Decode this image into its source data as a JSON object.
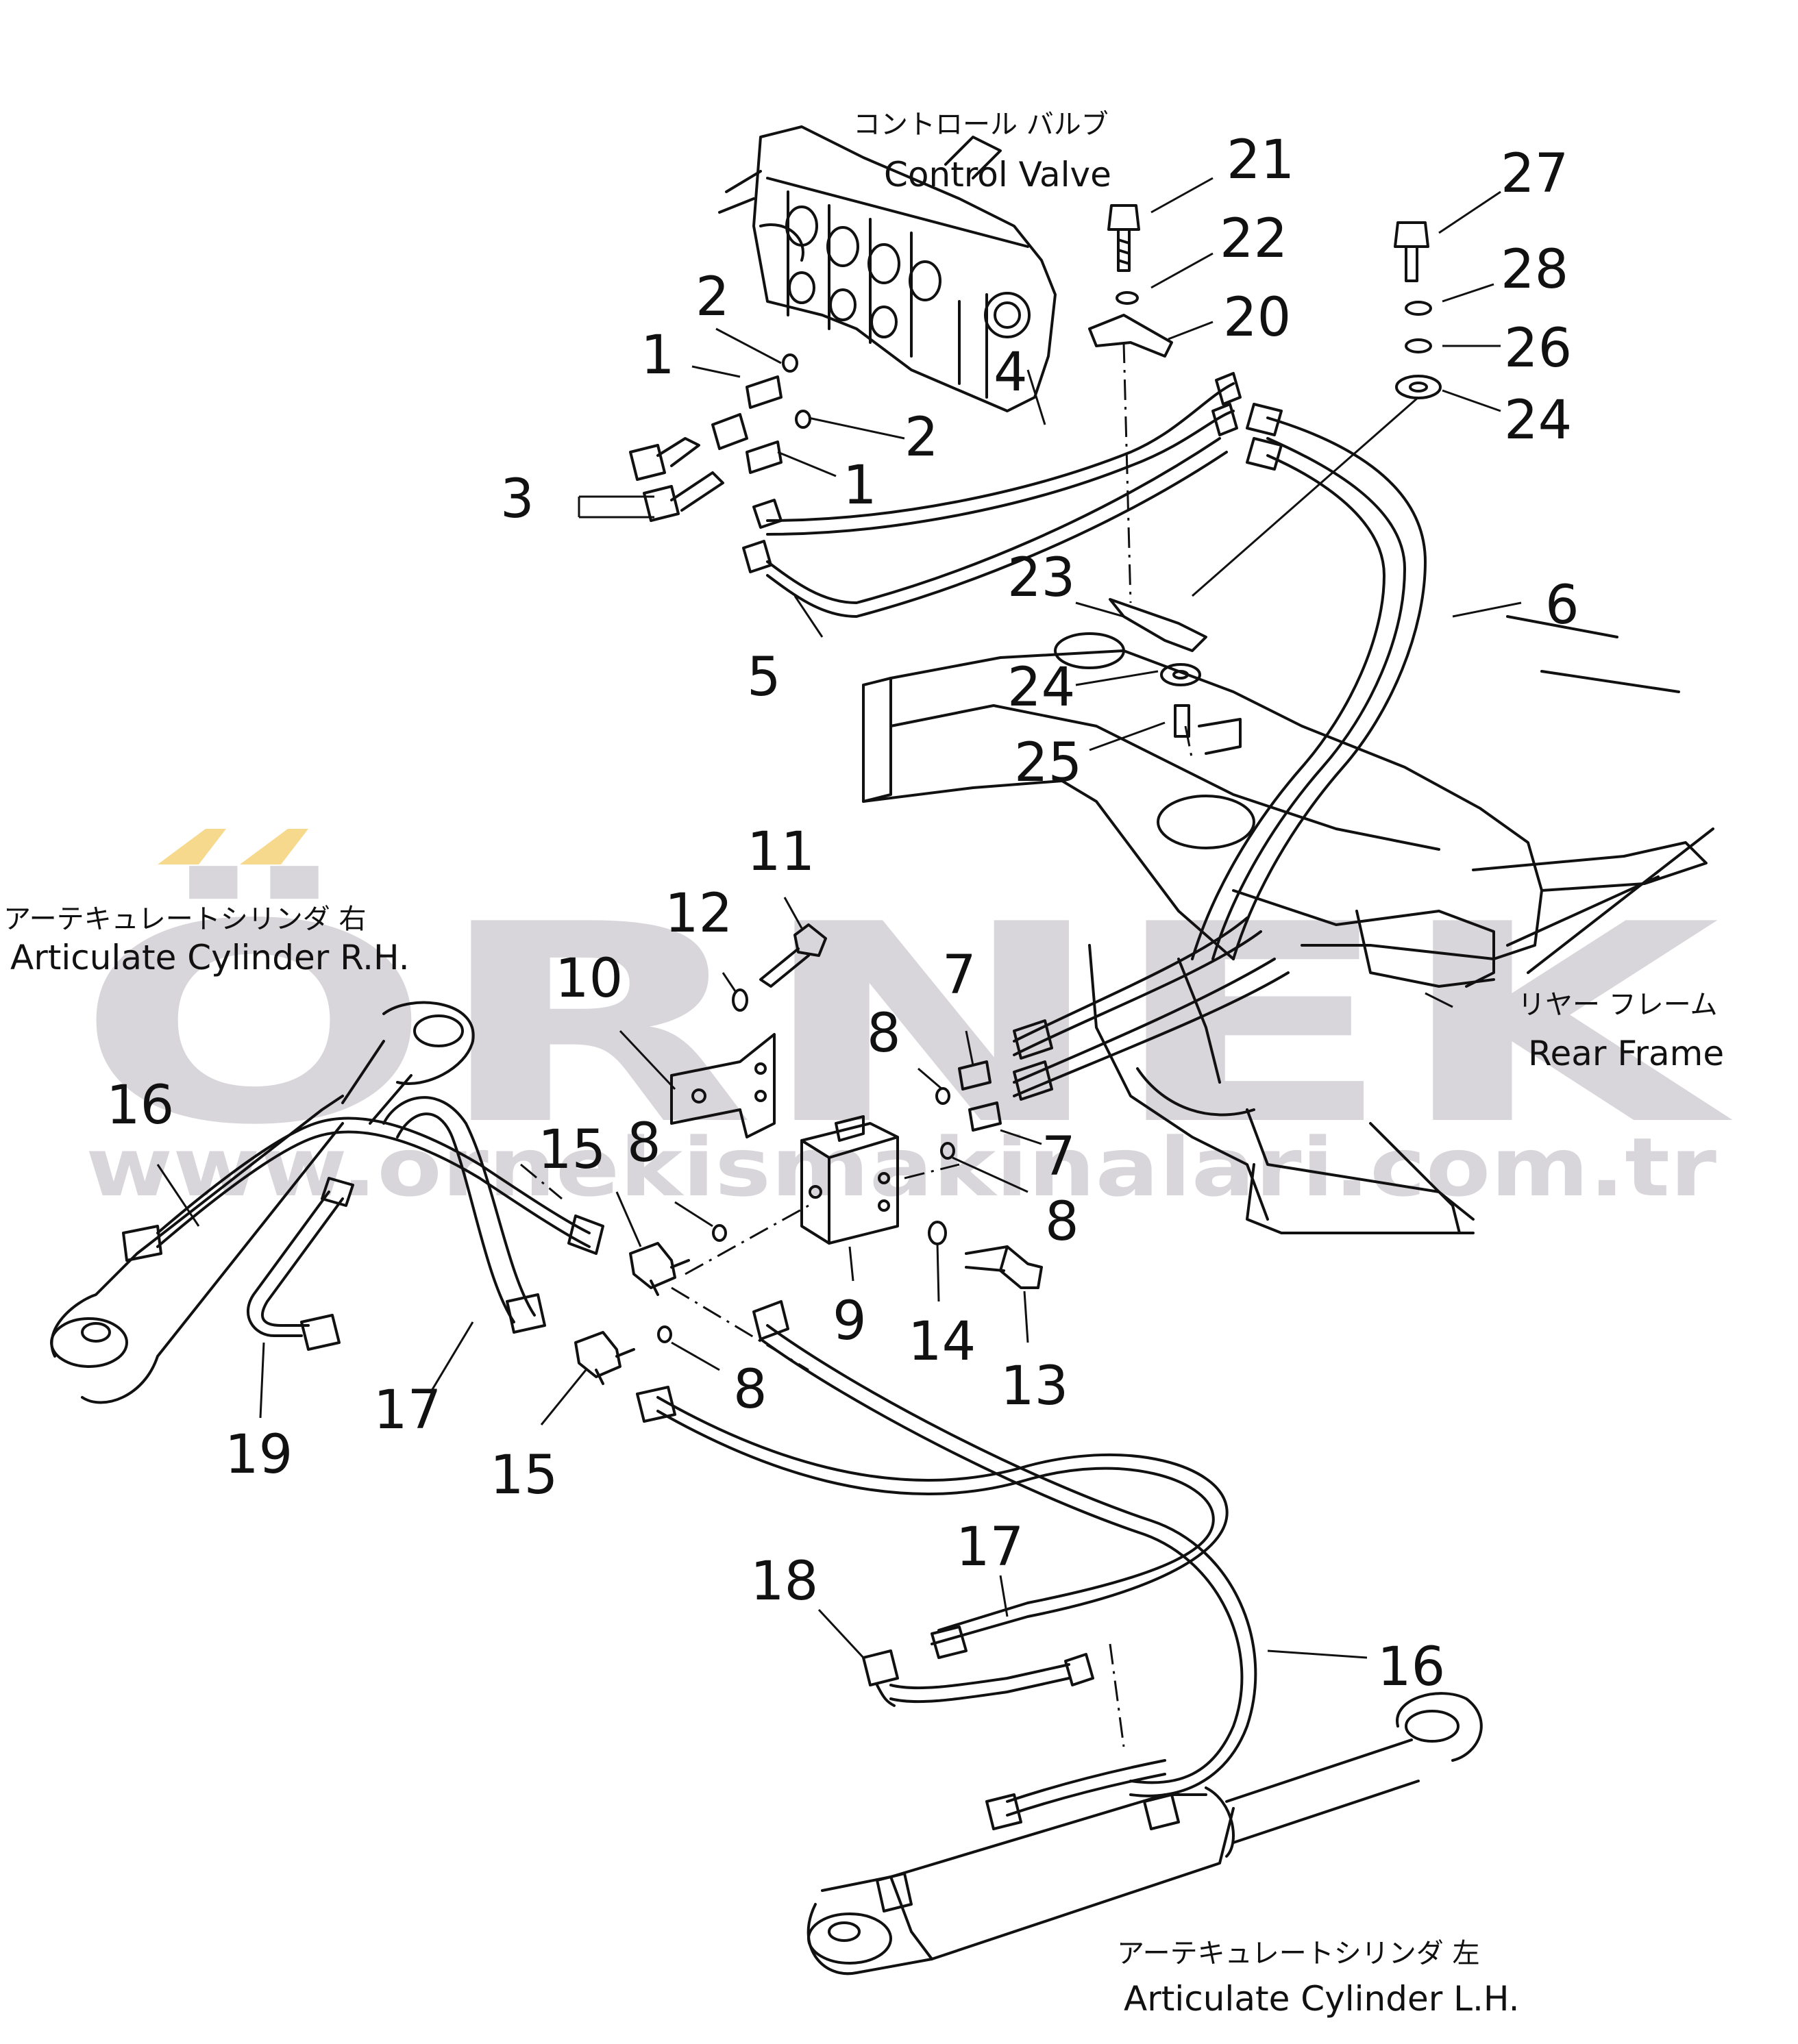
{
  "watermark": {
    "brand": "ÖRNEK",
    "url": "www.ornekismakinalari.com.tr",
    "brand_color": "#d8d6da",
    "accent_color": "#f6d98c"
  },
  "captions": {
    "control_valve_jp": "コントロール バルブ",
    "control_valve_en": "Control  Valve",
    "rear_frame_jp": "リヤー フレーム",
    "rear_frame_en": "Rear  Frame",
    "cyl_rh_jp": "アーテキュレートシリンダ 右",
    "cyl_rh_en": "Articulate  Cylinder R.H.",
    "cyl_lh_jp": "アーテキュレートシリンダ 左",
    "cyl_lh_en": "Articulate  Cylinder L.H."
  },
  "callouts": {
    "c21": "21",
    "c22": "22",
    "c20": "20",
    "c27": "27",
    "c28": "28",
    "c26": "26",
    "c24a": "24",
    "c2a": "2",
    "c1a": "1",
    "c4": "4",
    "c2b": "2",
    "c1b": "1",
    "c3": "3",
    "c5": "5",
    "c6": "6",
    "c23": "23",
    "c24b": "24",
    "c25": "25",
    "c11": "11",
    "c12": "12",
    "c10": "10",
    "c7a": "7",
    "c8a": "8",
    "c7b": "7",
    "c8b": "8",
    "c8c": "8",
    "c15a": "15",
    "c9": "9",
    "c14": "14",
    "c13": "13",
    "c8d": "8",
    "c16a": "16",
    "c19": "19",
    "c17a": "17",
    "c15b": "15",
    "c18": "18",
    "c17b": "17",
    "c16b": "16"
  },
  "icons": [
    "control-valve-icon",
    "rear-frame-icon",
    "articulate-cylinder-icon",
    "hose-icon",
    "bolt-icon",
    "washer-icon",
    "elbow-fitting-icon",
    "tee-fitting-icon"
  ]
}
